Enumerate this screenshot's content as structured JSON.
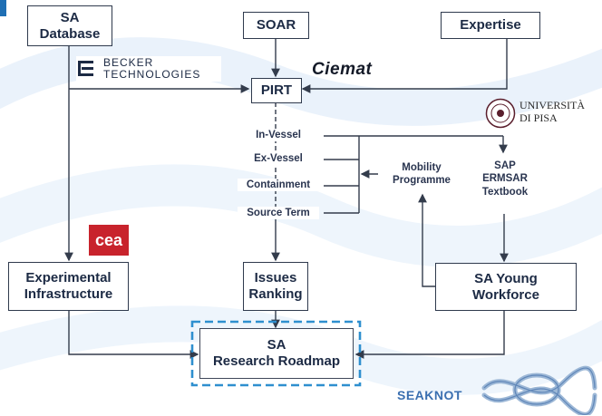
{
  "nodes": {
    "sa_database": "SA\nDatabase",
    "soar": "SOAR",
    "expertise": "Expertise",
    "pirt": "PIRT",
    "experimental_infrastructure": "Experimental\nInfrastructure",
    "issues_ranking": "Issues\nRanking",
    "sa_young_workforce": "SA Young\nWorkforce",
    "sa_research_roadmap": "SA\nResearch Roadmap"
  },
  "phenomena": [
    "In-Vessel",
    "Ex-Vessel",
    "Containment",
    "Source Term"
  ],
  "labels": {
    "mobility_programme": "Mobility\nProgramme",
    "sap_ermsar": "SAP\nERMSAR\nTextbook"
  },
  "logos": {
    "becker": "BECKER\nTECHNOLOGIES",
    "ciemat": "Ciemat",
    "pisa": "UNIVERSITÀ\nDI PISA",
    "cea": "cea",
    "seaknot": "SEAKNOT"
  },
  "colors": {
    "line": "#333c4c",
    "text": "#1c2a44",
    "accent_blue": "#1f6fb4",
    "cea_red": "#c8232c",
    "seaknot_blue": "#3a6fb0",
    "background_swirl": "#eaf2fb"
  }
}
